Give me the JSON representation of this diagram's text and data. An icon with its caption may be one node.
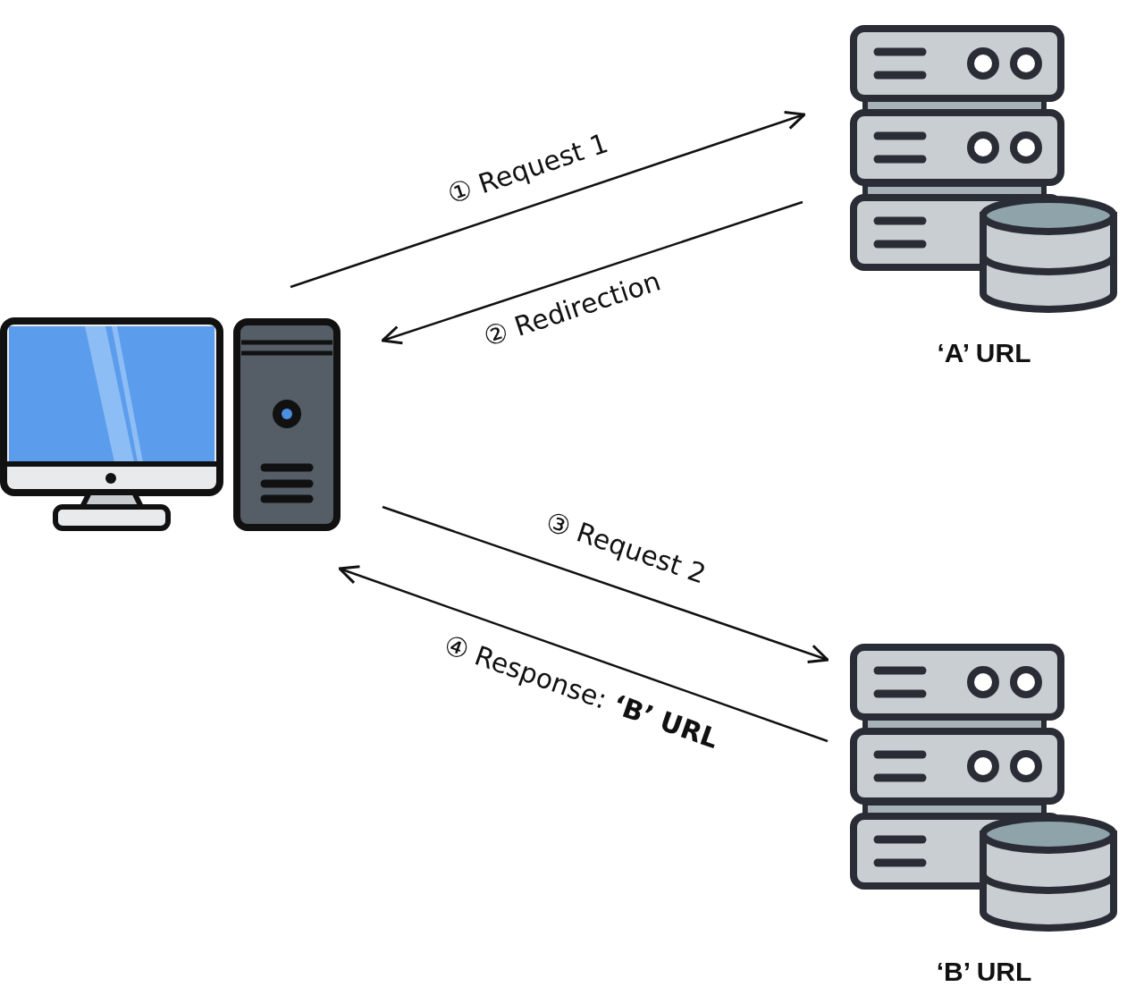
{
  "diagram": {
    "nodes": [
      {
        "text": [],
        "shape": "picture"
      },
      {
        "text": [
          "‘A’ URL"
        ]
      },
      {
        "text": [
          "‘B’ URL"
        ]
      }
    ],
    "edges": [
      {
        "from": 0,
        "to": 1,
        "arrow": "to",
        "label": "① Request 1"
      },
      {
        "from": 1,
        "to": 0,
        "arrow": "to",
        "label": "② Redirection"
      },
      {
        "from": 0,
        "to": 2,
        "arrow": "to",
        "label": "③ Request 2"
      },
      {
        "from": 2,
        "to": 0,
        "arrow": "to",
        "label": "④ Response: **‘B’ URL**"
      }
    ]
  }
}
